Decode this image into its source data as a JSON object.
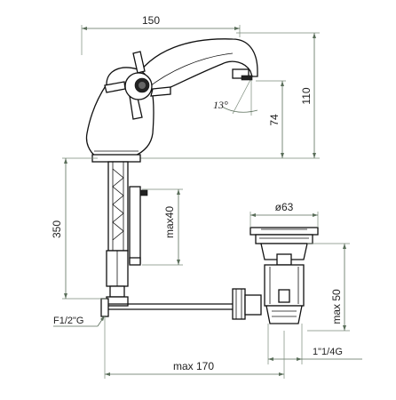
{
  "dimensions": {
    "width_top": "150",
    "height_right": "110",
    "spout_height": "74",
    "angle": "13°",
    "body_height": "350",
    "rod_max": "max40",
    "drain_diameter": "ø63",
    "drain_max": "max 50",
    "thread_left": "F1/2\"G",
    "thread_drain": "1\"1/4G",
    "reach_max": "max 170"
  }
}
